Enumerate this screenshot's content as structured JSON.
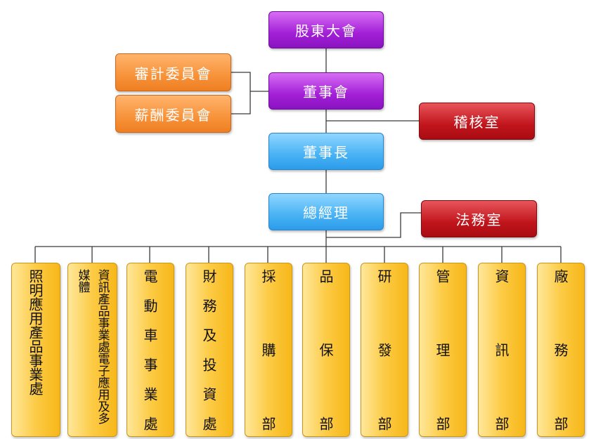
{
  "nodes": {
    "shareholders": "股東大會",
    "board": "董事會",
    "audit_committee": "審計委員會",
    "compensation_committee": "薪酬委員會",
    "internal_audit": "稽核室",
    "chairman": "董事長",
    "general_manager": "總經理",
    "legal": "法務室"
  },
  "departments": [
    "照明應用產品事業處",
    "資訊產品事業處電子應用及多媒體",
    "電動車事業處",
    "財務及投資處",
    "採購部",
    "品保部",
    "研發部",
    "管理部",
    "資訊部",
    "廠務部"
  ],
  "colors": {
    "connector": "#3a3a3a",
    "governance": "#a21fd6",
    "committee": "#f7923a",
    "office": "#c1151c",
    "executive": "#48b2f4",
    "department": "#fccb45"
  }
}
